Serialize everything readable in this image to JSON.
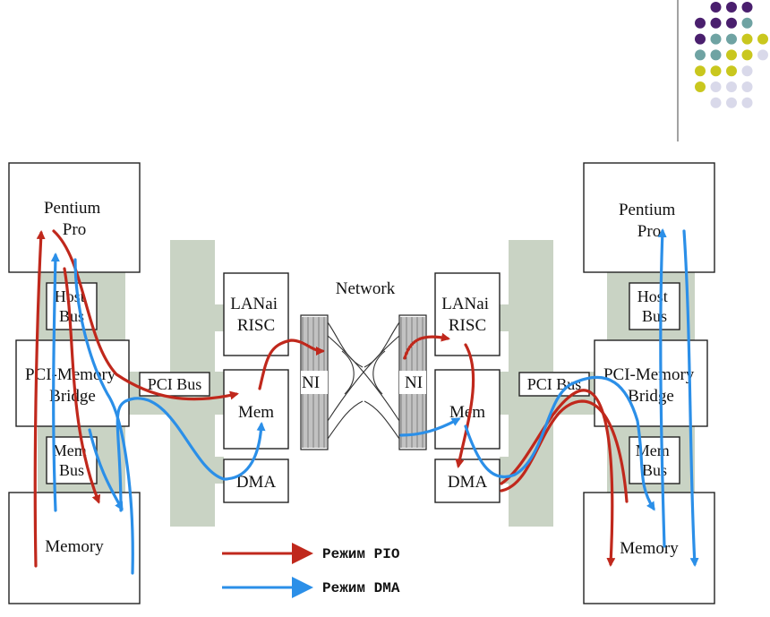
{
  "colors": {
    "pio": "#c0281c",
    "dma": "#2b8fe8",
    "bus": "#c9d3c4",
    "dot_purple": "#4a1f6e",
    "dot_teal": "#6fa3a3",
    "dot_yellow": "#c9c71e",
    "dot_lavender": "#d9d9ea"
  },
  "left": {
    "cpu": [
      "Pentium",
      "Pro"
    ],
    "host_bus": [
      "Host",
      "Bus"
    ],
    "bridge": [
      "PCI-Memory",
      "Bridge"
    ],
    "mem_bus": [
      "Mem",
      "Bus"
    ],
    "memory": "Memory",
    "pci_bus": "PCI Bus",
    "lanai": [
      "LANai",
      "RISC"
    ],
    "mem": "Mem",
    "dma": "DMA",
    "ni": "NI"
  },
  "right": {
    "cpu": [
      "Pentium",
      "Pro"
    ],
    "host_bus": [
      "Host",
      "Bus"
    ],
    "bridge": [
      "PCI-Memory",
      "Bridge"
    ],
    "mem_bus": [
      "Mem",
      "Bus"
    ],
    "memory": "Memory",
    "pci_bus": "PCI Bus",
    "lanai": [
      "LANai",
      "RISC"
    ],
    "mem": "Mem",
    "dma": "DMA",
    "ni": "NI"
  },
  "network_label": "Network",
  "legend": {
    "pio": "Режим PIO",
    "dma": "Режим DMA"
  },
  "decor_icon": "dot-grid-icon"
}
